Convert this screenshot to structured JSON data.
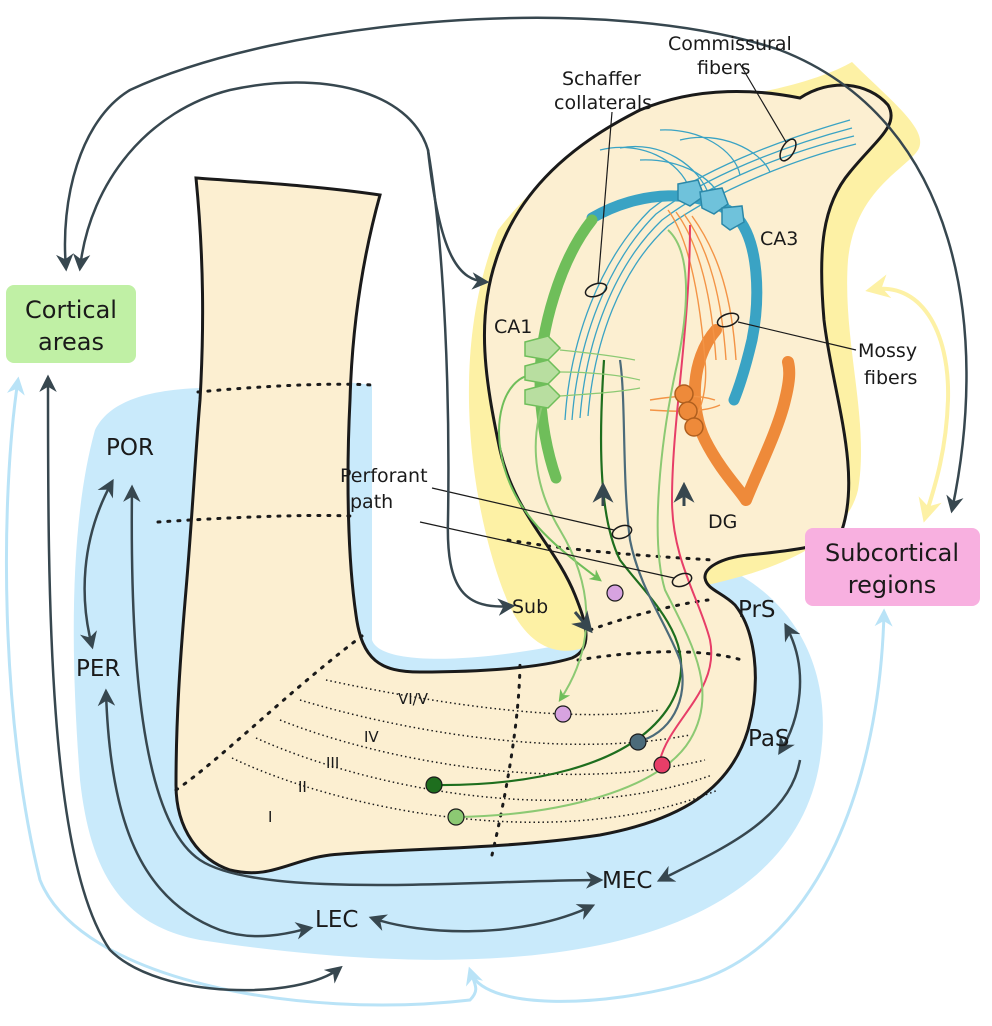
{
  "colors": {
    "blue_region": "#c9eafb",
    "yellow_region": "#fdf1a5",
    "tissue": "#fcefd1",
    "outline": "#1a1a1a",
    "arrow_dark": "#37474f",
    "arrow_light_blue": "#b9e3f7",
    "arrow_yellow": "#fdf1a5",
    "ca3_cyan": "#3aa3c4",
    "ca1_green": "#6fbe5a",
    "dg_orange": "#ee8a3a",
    "mossy_orange": "#f39446",
    "pink_axon": "#e73e68",
    "dark_green_axon": "#1e6e1e",
    "slate_axon": "#4c6b7a",
    "light_green_axon": "#8cc973",
    "violet_cell": "#d7a3e0",
    "cortical_box": "#c0f0a5",
    "subcortical_box": "#f8b0e0"
  },
  "boxes": {
    "cortical": [
      "Cortical",
      "areas"
    ],
    "subcortical": [
      "Subcortical",
      "regions"
    ]
  },
  "regions": {
    "por": "POR",
    "per": "PER",
    "lec": "LEC",
    "mec": "MEC",
    "prs": "PrS",
    "pas": "PaS",
    "sub": "Sub",
    "ca1": "CA1",
    "ca3": "CA3",
    "dg": "DG"
  },
  "layers": {
    "vi_v": "VI/V",
    "iv": "IV",
    "iii": "III",
    "ii": "II",
    "i": "I"
  },
  "pathways": {
    "commissural": [
      "Commissural",
      "fibers"
    ],
    "schaffer": [
      "Schaffer",
      "collaterals"
    ],
    "mossy": [
      "Mossy",
      "fibers"
    ],
    "perforant": [
      "Perforant",
      "path"
    ]
  }
}
